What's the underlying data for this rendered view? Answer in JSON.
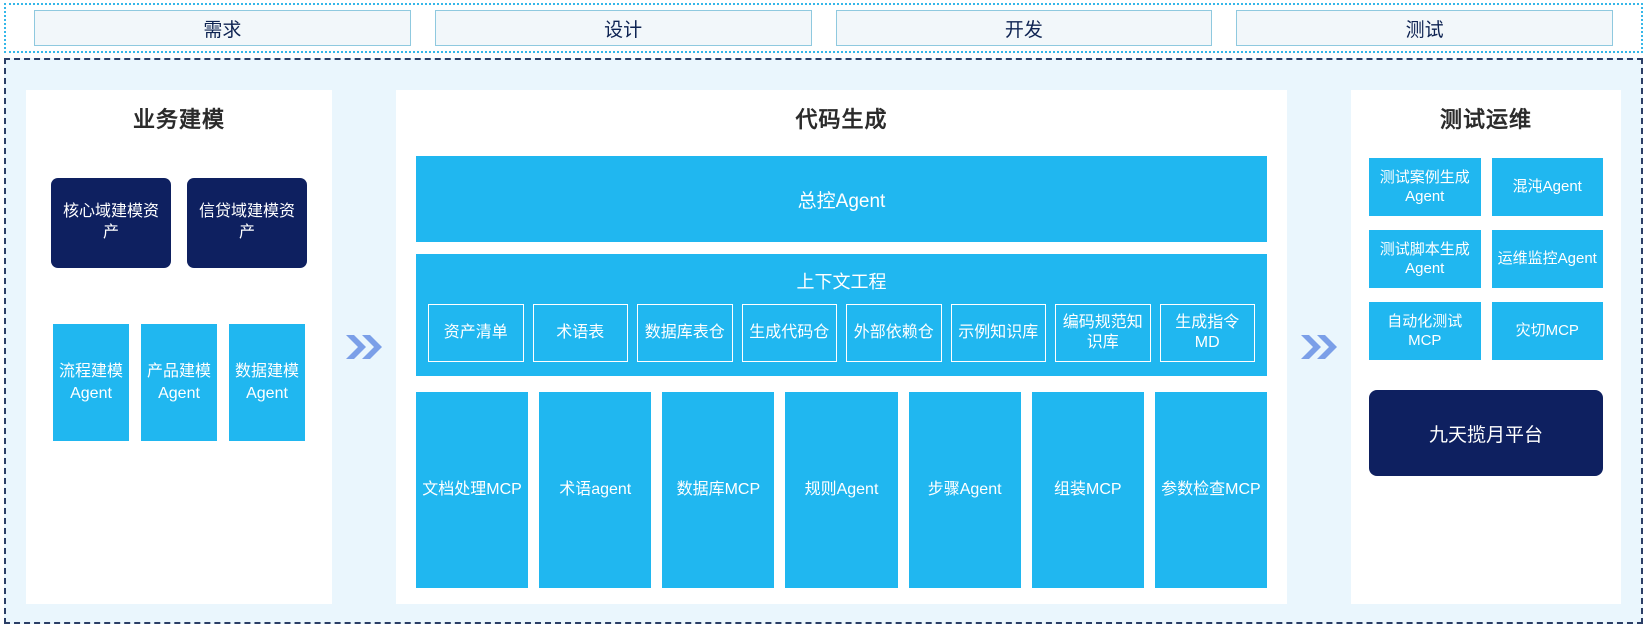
{
  "colors": {
    "cyan": "#20B7F0",
    "navy": "#0E2060",
    "arrow": "#7B9FE8",
    "area_bg": "#EAF6FD",
    "phase_fill": "#F2F7FA",
    "phase_border": "#8FC9DF",
    "panel_bg": "#FFFFFF"
  },
  "phases": [
    {
      "label": "需求"
    },
    {
      "label": "设计"
    },
    {
      "label": "开发"
    },
    {
      "label": "测试"
    }
  ],
  "left_panel": {
    "title": "业务建模",
    "assets": [
      {
        "label": "核心域建模资产"
      },
      {
        "label": "信贷域建模资产"
      }
    ],
    "agents": [
      {
        "label": "流程建模Agent"
      },
      {
        "label": "产品建模Agent"
      },
      {
        "label": "数据建模Agent"
      }
    ]
  },
  "arrows": [
    {
      "icon": "double-chevron-right-icon"
    },
    {
      "icon": "double-chevron-right-icon"
    }
  ],
  "center_panel": {
    "title": "代码生成",
    "master_agent": "总控Agent",
    "context": {
      "title": "上下文工程",
      "items": [
        {
          "label": "资产清单"
        },
        {
          "label": "术语表"
        },
        {
          "label": "数据库表仓"
        },
        {
          "label": "生成代码仓"
        },
        {
          "label": "外部依赖仓"
        },
        {
          "label": "示例知识库"
        },
        {
          "label": "编码规范知识库"
        },
        {
          "label": "生成指令MD"
        }
      ]
    },
    "tools": [
      {
        "label": "文档处理MCP"
      },
      {
        "label": "术语agent"
      },
      {
        "label": "数据库MCP"
      },
      {
        "label": "规则Agent"
      },
      {
        "label": "步骤Agent"
      },
      {
        "label": "组装MCP"
      },
      {
        "label": "参数检查MCP"
      }
    ]
  },
  "right_panel": {
    "title": "测试运维",
    "boxes": [
      {
        "label": "测试案例生成Agent"
      },
      {
        "label": "混沌Agent"
      },
      {
        "label": "测试脚本生成Agent"
      },
      {
        "label": "运维监控Agent"
      },
      {
        "label": "自动化测试MCP"
      },
      {
        "label": "灾切MCP"
      }
    ],
    "platform": "九天揽月平台"
  }
}
